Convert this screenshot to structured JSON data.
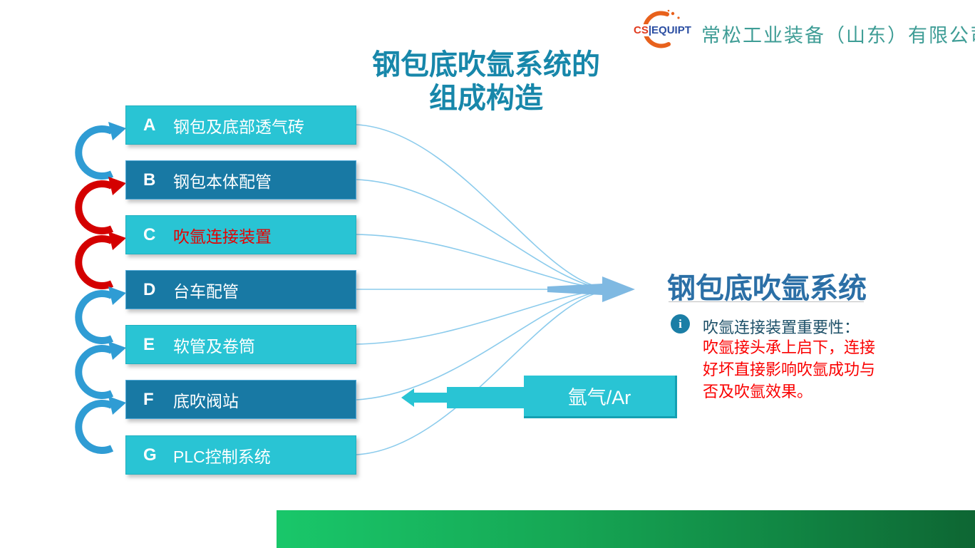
{
  "header": {
    "logo": {
      "cs": "CS",
      "sep": "|",
      "equipt": "EQUIPT"
    },
    "company": "常松工业装备（山东）有限公司"
  },
  "title": {
    "line1": "钢包底吹氩系统的",
    "line2": "组成构造"
  },
  "components": [
    {
      "letter": "A",
      "label": "钢包及底部透气砖",
      "variant": "light"
    },
    {
      "letter": "B",
      "label": "钢包本体配管",
      "variant": "dark"
    },
    {
      "letter": "C",
      "label": "吹氩连接装置",
      "variant": "light",
      "highlighted": true
    },
    {
      "letter": "D",
      "label": "台车配管",
      "variant": "dark"
    },
    {
      "letter": "E",
      "label": "软管及卷筒",
      "variant": "light"
    },
    {
      "letter": "F",
      "label": "底吹阀站",
      "variant": "dark"
    },
    {
      "letter": "G",
      "label": "PLC控制系统",
      "variant": "light"
    }
  ],
  "cycle_arrows": [
    {
      "between": "A-B",
      "color": "blue"
    },
    {
      "between": "B-C",
      "color": "red"
    },
    {
      "between": "C-D",
      "color": "red"
    },
    {
      "between": "D-E",
      "color": "blue"
    },
    {
      "between": "E-F",
      "color": "blue"
    },
    {
      "between": "F-G",
      "color": "blue"
    }
  ],
  "result": {
    "title": "钢包底吹氩系统"
  },
  "note": {
    "label": "吹氩连接装置重要性：",
    "lines": [
      "吹氩接头承上启下，连接",
      "好坏直接影响吹氩成功与",
      "否及吹氩效果。"
    ]
  },
  "argon": {
    "label": "氩气/Ar"
  },
  "colors": {
    "box_light": "#29c4d4",
    "box_dark": "#1879a4",
    "title_teal": "#1787aa",
    "result_blue": "#2b6fa6",
    "company_green": "#3f9d96",
    "highlight_red": "#e60000",
    "note_red": "#fa0000",
    "cycle_blue": "#2f9cd4",
    "cycle_red": "#d40000",
    "connector_blue": "#8bcbec",
    "merge_blue": "#7fb9e2",
    "logo_orange": "#e8611c",
    "bar_green_start": "#19c76a",
    "bar_green_end": "#0e6633"
  }
}
